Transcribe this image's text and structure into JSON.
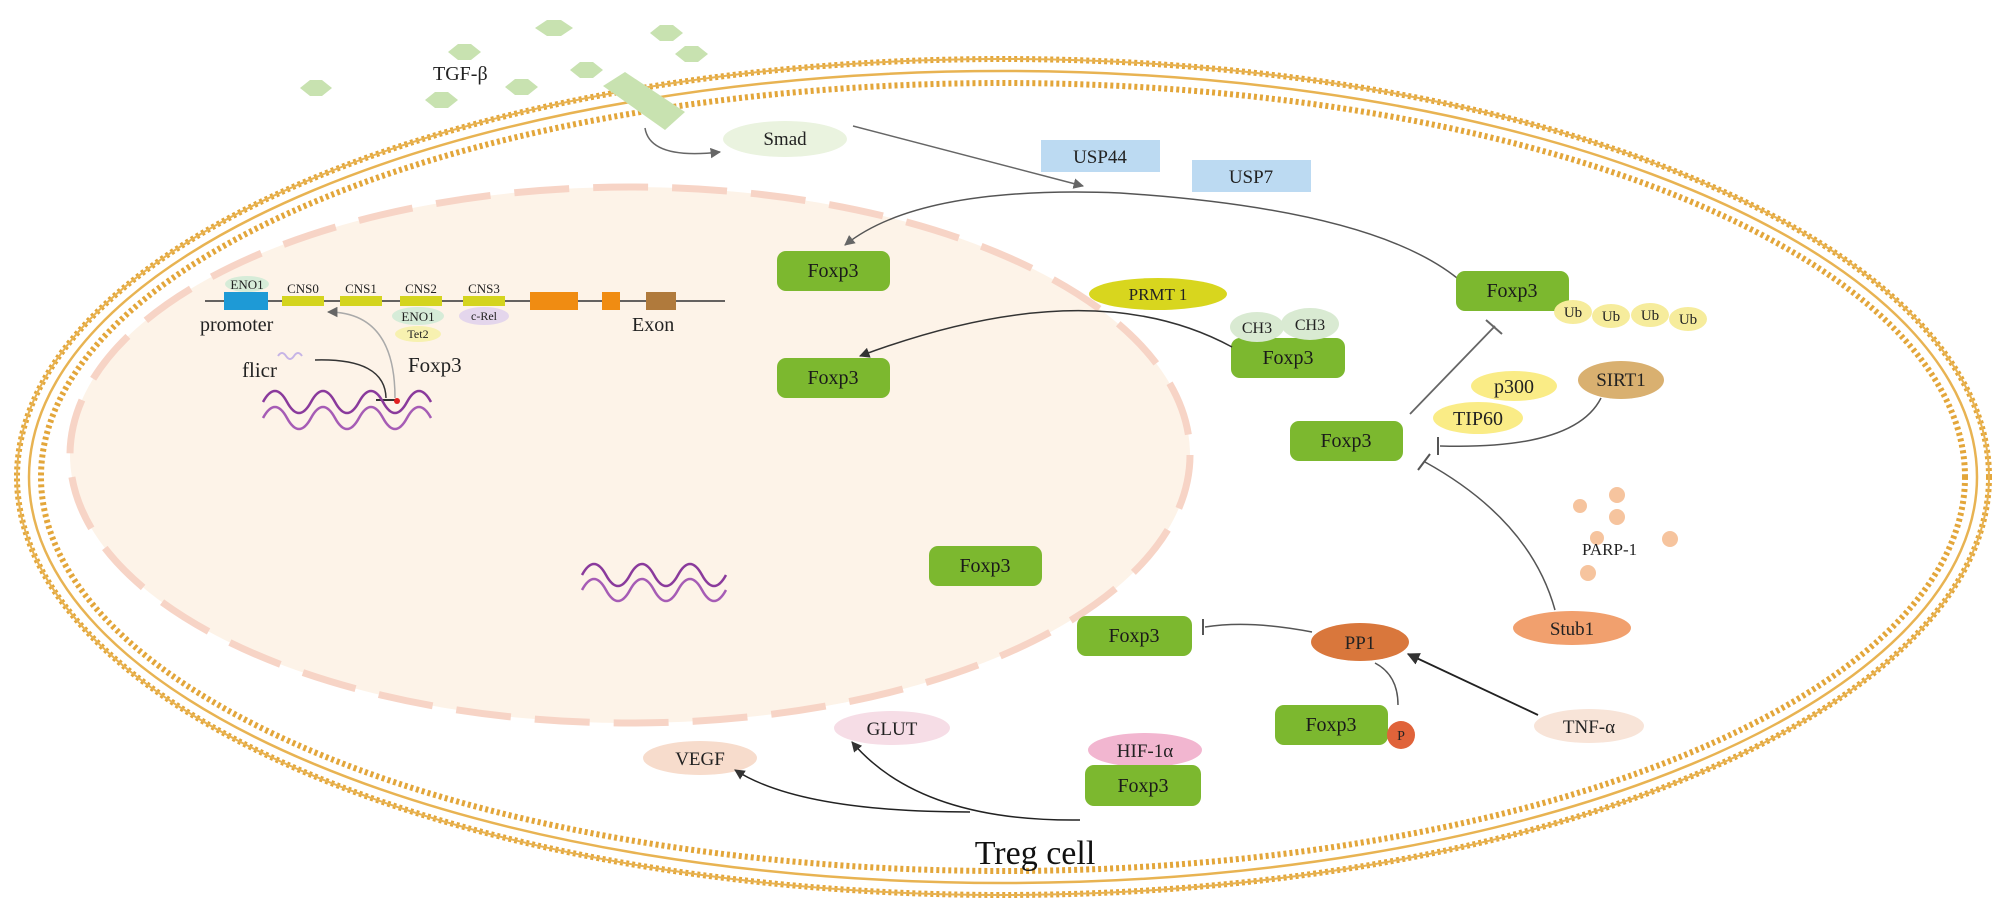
{
  "title": "Treg cell",
  "ligand": {
    "label": "TGF-β"
  },
  "smad": {
    "label": "Smad"
  },
  "deubiquitinases": {
    "usp44": "USP44",
    "usp7": "USP7"
  },
  "gene": {
    "eno1_top": "ENO1",
    "cns0": "CNS0",
    "cns1": "CNS1",
    "cns2": "CNS2",
    "cns3": "CNS3",
    "eno1_bottom": "ENO1",
    "tet2": "Tet2",
    "crel": "c-Rel",
    "promoter": "promoter",
    "exon": "Exon",
    "flicr": "flicr",
    "foxp3": "Foxp3"
  },
  "prmt1": {
    "label": "PRMT 1"
  },
  "methyl": {
    "a": "CH3",
    "b": "CH3"
  },
  "ubiquitin": [
    "Ub",
    "Ub",
    "Ub",
    "Ub"
  ],
  "acetylation": {
    "p300": "p300",
    "tip60": "TIP60",
    "sirt1": "SIRT1"
  },
  "parp": {
    "label": "PARP-1"
  },
  "stub1": {
    "label": "Stub1"
  },
  "pp1": {
    "label": "PP1"
  },
  "phospho": {
    "label": "P"
  },
  "tnf": {
    "label": "TNF-α"
  },
  "hif": {
    "label": "HIF-1α"
  },
  "glut": {
    "label": "GLUT"
  },
  "vegf": {
    "label": "VEGF"
  },
  "foxp3": {
    "nuc_a": "Foxp3",
    "nuc_b": "Foxp3",
    "nuc_c": "Foxp3",
    "methylated": "Foxp3",
    "ubiquitinated": "Foxp3",
    "acetylated": "Foxp3",
    "dephos": "Foxp3",
    "phospho": "Foxp3",
    "hif_bound": "Foxp3"
  },
  "colors": {
    "membrane": "#e3a63a",
    "nucleus_fill": "#fdf3e8",
    "nucleus_border": "#f6d0c4",
    "foxp3": "#7cb82f",
    "tgf": "#c8e2b0",
    "usp": "#bcdaf2",
    "dna": "#8a3a9c"
  }
}
